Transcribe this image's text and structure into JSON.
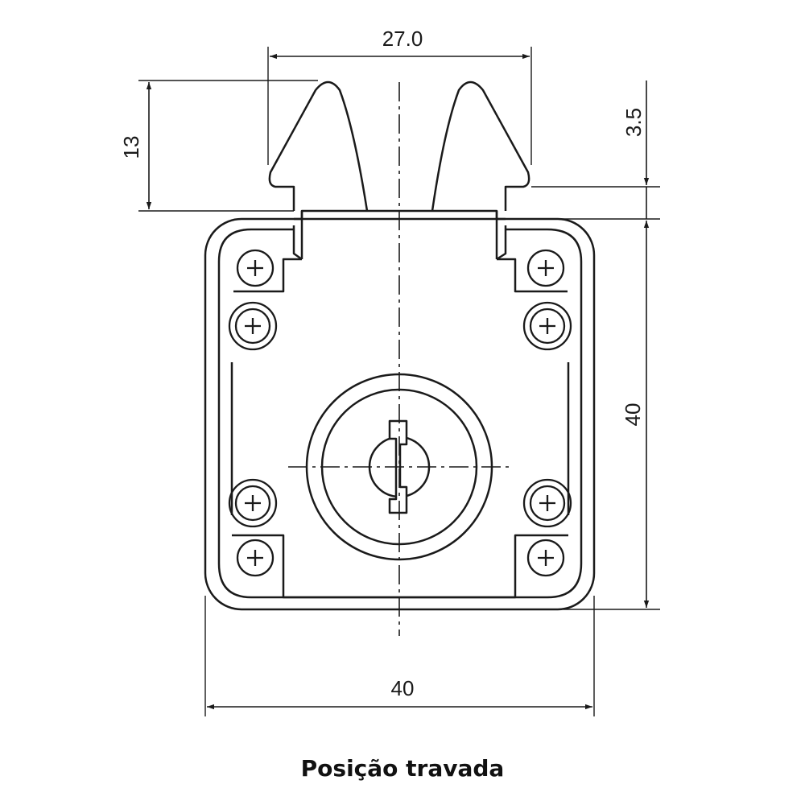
{
  "dimensions": {
    "prong_span": "27.0",
    "prong_height": "13",
    "prong_tip": "3.5",
    "body_height": "40",
    "body_width": "40"
  },
  "caption": "Posição travada",
  "colors": {
    "line": "#1a1a1a",
    "background": "#ffffff"
  }
}
